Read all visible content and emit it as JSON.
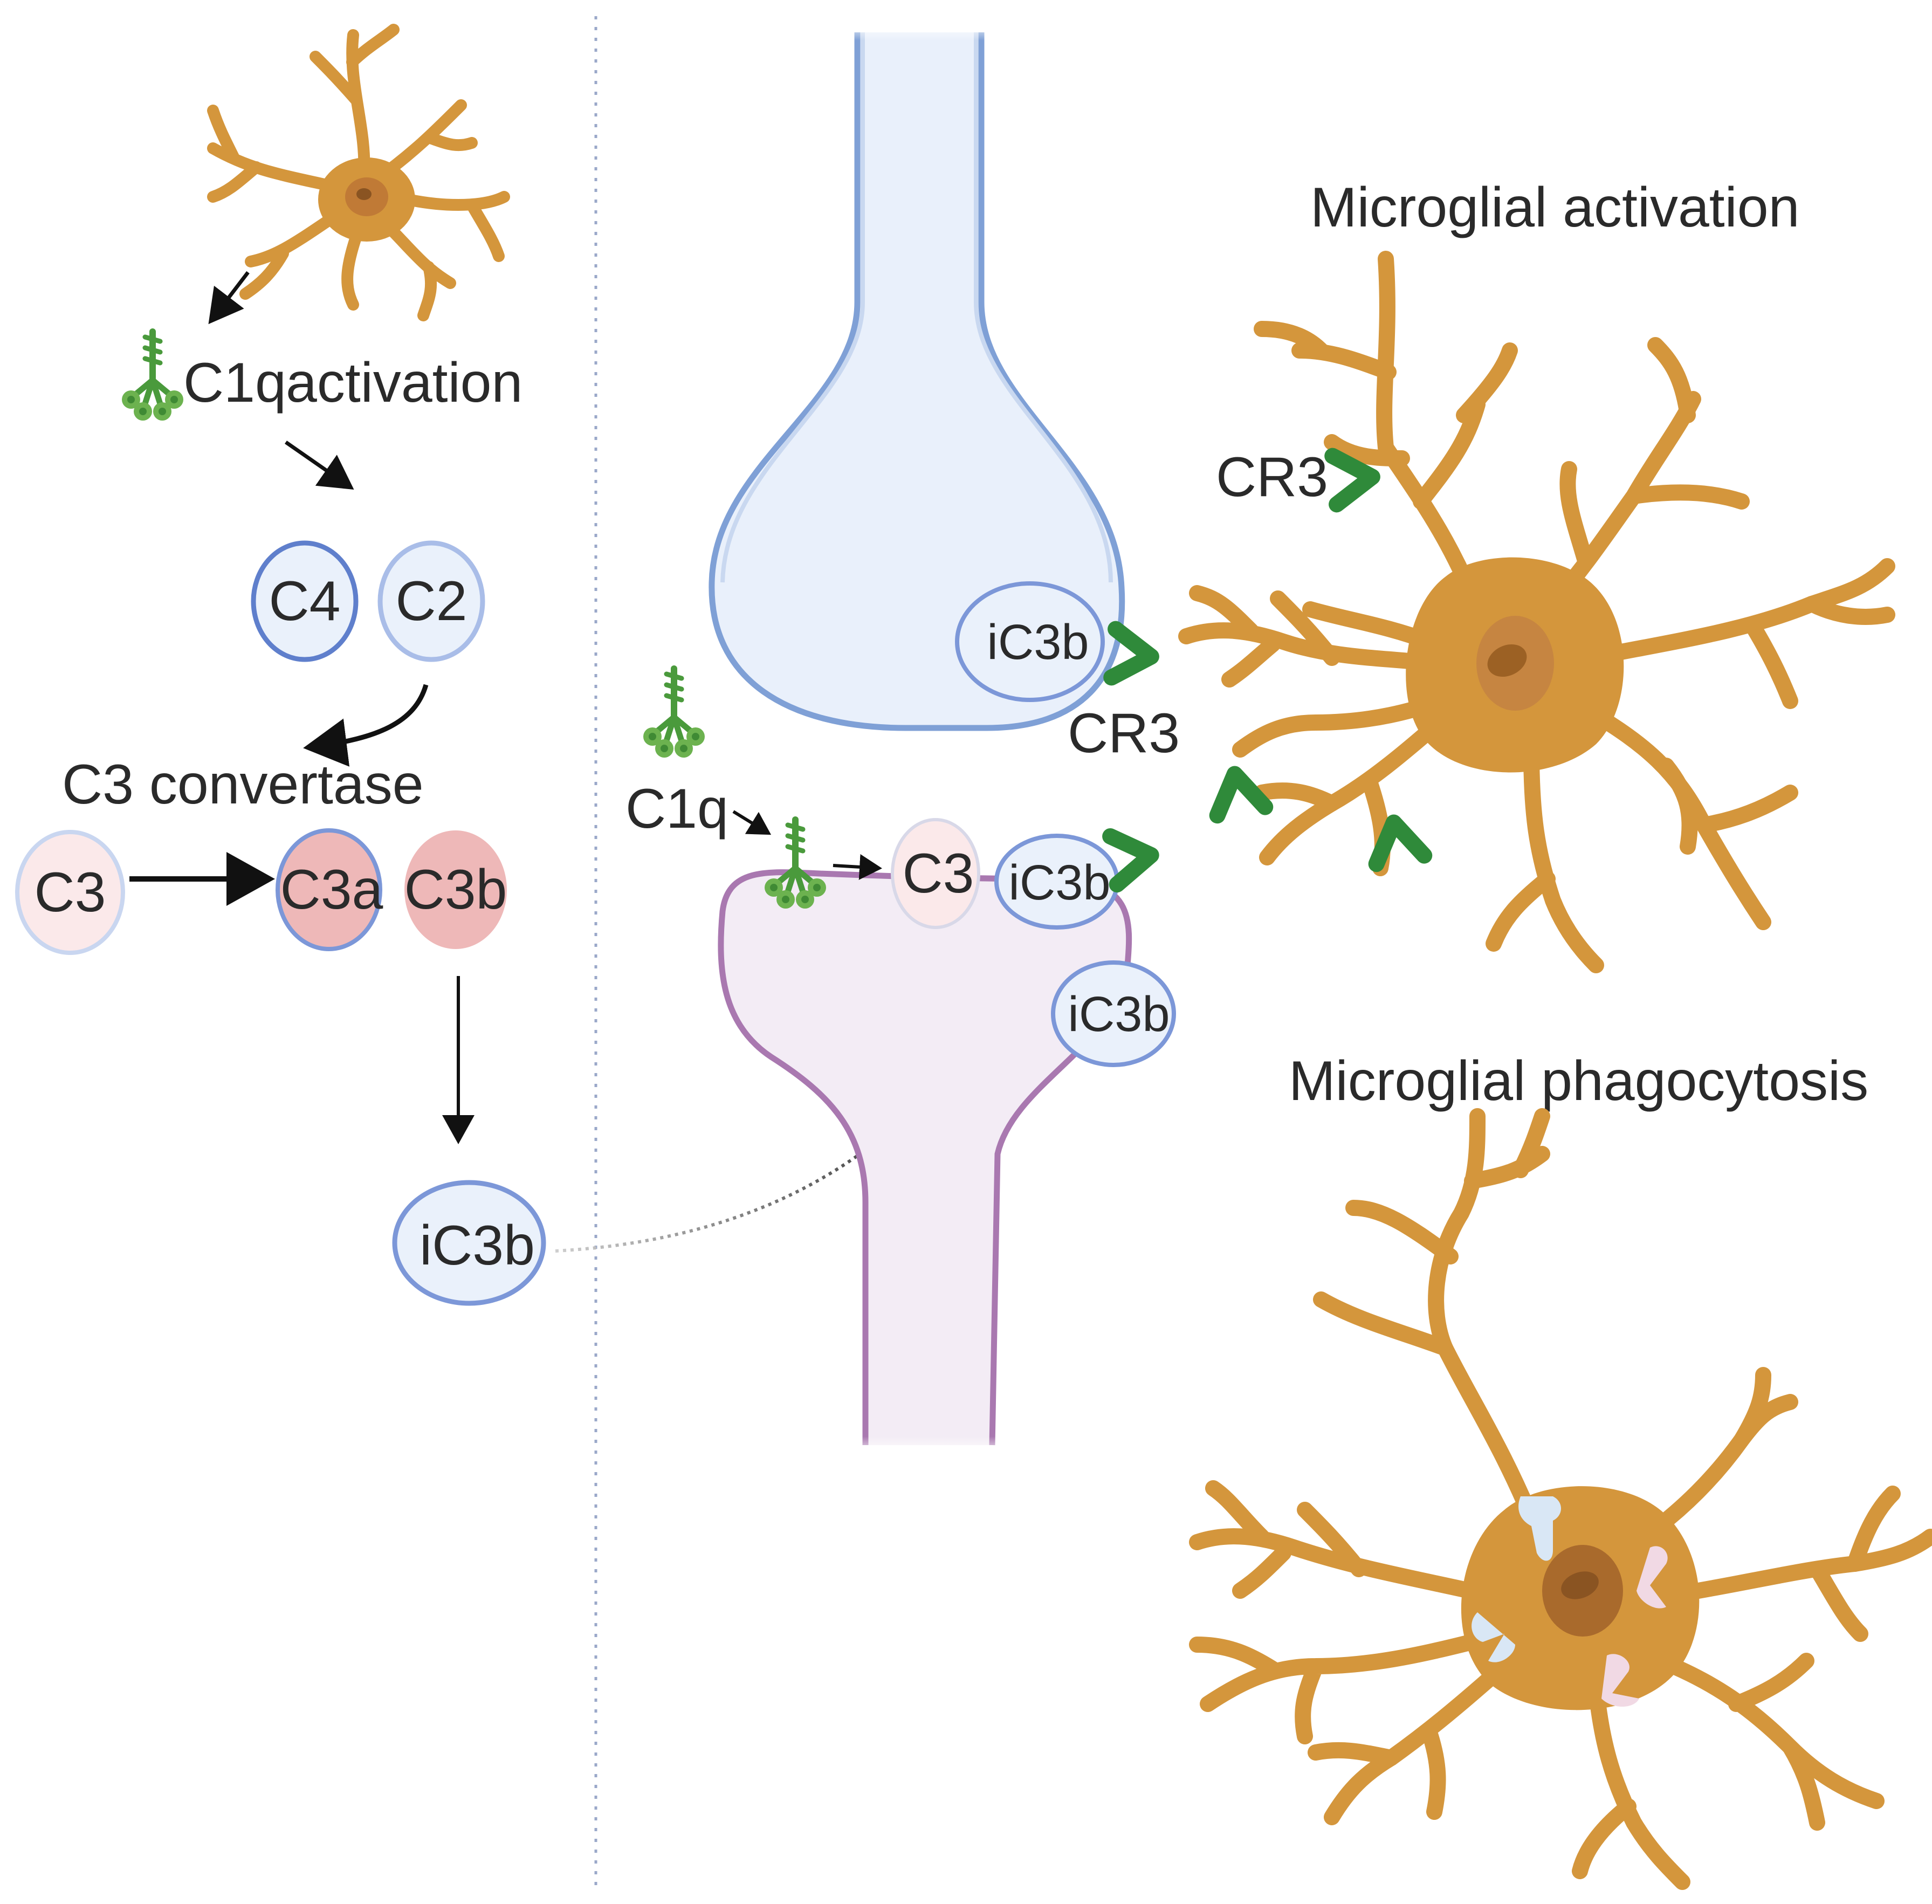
{
  "left_panel": {
    "c1q_label": "C1q",
    "activation_label": "activation",
    "c4_label": "C4",
    "c2_label": "C2",
    "c3_convertase_label": "C3 convertase",
    "c3_label": "C3",
    "c3a_label": "C3a",
    "c3b_label": "C3b",
    "ic3b_label": "iC3b"
  },
  "synapse": {
    "c1q_label": "C1q",
    "c3_label": "C3",
    "ic3b_presynaptic_label": "iC3b",
    "ic3b_membrane_label": "iC3b",
    "ic3b_side_label": "iC3b",
    "cr3_label": "CR3"
  },
  "right_panel": {
    "activation_title": "Microglial activation",
    "phagocytosis_title": "Microglial phagocytosis",
    "cr3_label": "CR3"
  },
  "colors": {
    "microglia": "#d4963c",
    "microglia_nucleus": "#a96a2c",
    "c1q_green": "#4a9a3c",
    "receptor_green": "#2f8a3a",
    "presynaptic_outline": "#7fa0d6",
    "presynaptic_fill": "#e9f0fb",
    "postsynaptic_outline": "#a978b0",
    "postsynaptic_fill": "#f3ecf5",
    "blue_oval_outline": "#7c97d8",
    "blue_oval_fill": "#eaf1fb",
    "pink_light": "#fbe9ea",
    "pink_dark": "#eeb8b8",
    "divider": "#9aa8c9"
  }
}
